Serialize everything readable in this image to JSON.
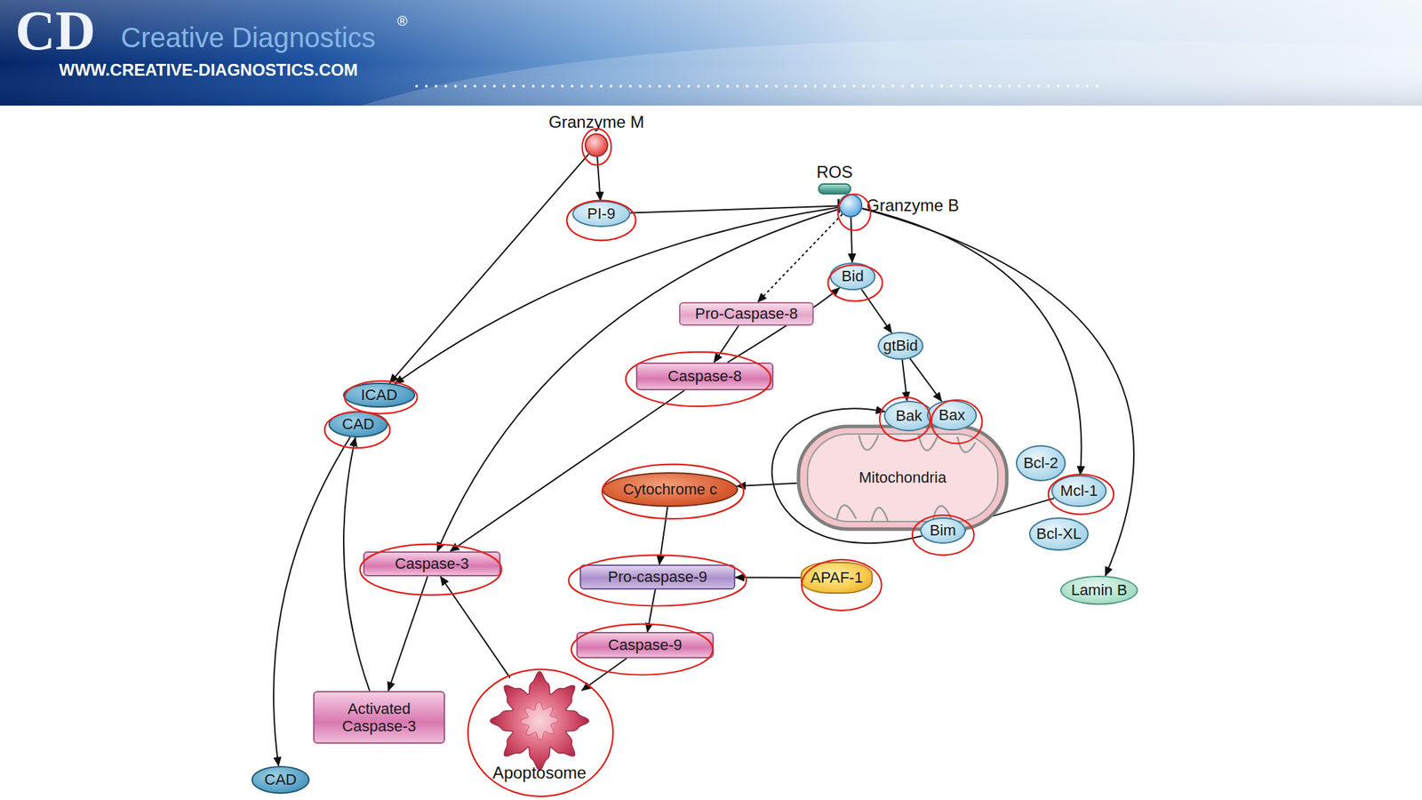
{
  "diagram": {
    "nodes": [
      {
        "text": [
          "Granzyme M"
        ]
      },
      {
        "text": [
          "ROS"
        ]
      },
      {
        "text": [
          "Granzyme B"
        ]
      },
      {
        "text": [
          "PI-9"
        ]
      },
      {
        "text": [
          "Bid"
        ]
      },
      {
        "text": [
          "Pro-Caspase-8"
        ]
      },
      {
        "text": [
          "gtBid"
        ]
      },
      {
        "text": [
          "Caspase-8"
        ]
      },
      {
        "text": [
          "ICAD"
        ]
      },
      {
        "text": [
          "CAD"
        ]
      },
      {
        "text": [
          "Bak"
        ]
      },
      {
        "text": [
          "Bax"
        ]
      },
      {
        "text": [
          "Bcl-2"
        ]
      },
      {
        "text": [
          "Mitochondria"
        ]
      },
      {
        "text": [
          "Mcl-1"
        ]
      },
      {
        "text": [
          "Cytochrome c"
        ]
      },
      {
        "text": [
          "Bim"
        ]
      },
      {
        "text": [
          "Bcl-XL"
        ]
      },
      {
        "text": [
          "Caspase-3"
        ]
      },
      {
        "text": [
          "Pro-caspase-9"
        ]
      },
      {
        "text": [
          "APAF-1"
        ]
      },
      {
        "text": [
          "Lamin B"
        ]
      },
      {
        "text": [
          "Caspase-9"
        ]
      },
      {
        "text": [
          "Activated Caspase-3"
        ]
      },
      {
        "text": [
          "Apoptosome"
        ]
      },
      {
        "text": [
          "CAD"
        ]
      }
    ],
    "edges": [
      {
        "from": 0,
        "to": 3,
        "arrow": "to"
      },
      {
        "from": 0,
        "to": 8,
        "arrow": "to"
      },
      {
        "from": 3,
        "to": 2,
        "arrow": "to"
      },
      {
        "from": 2,
        "to": 8,
        "arrow": "to"
      },
      {
        "from": 2,
        "to": 5,
        "arrow": "to"
      },
      {
        "from": 2,
        "to": 4,
        "arrow": "to"
      },
      {
        "from": 2,
        "to": 18,
        "arrow": "to"
      },
      {
        "from": 2,
        "to": 14,
        "arrow": "to"
      },
      {
        "from": 2,
        "to": 21,
        "arrow": "to"
      },
      {
        "from": 5,
        "to": 7,
        "arrow": "to"
      },
      {
        "from": 7,
        "to": 4,
        "arrow": "to"
      },
      {
        "from": 7,
        "to": 18,
        "arrow": "to"
      },
      {
        "from": 4,
        "to": 6,
        "arrow": "to"
      },
      {
        "from": 6,
        "to": 10,
        "arrow": "to"
      },
      {
        "from": 6,
        "to": 11,
        "arrow": "to"
      },
      {
        "from": 13,
        "to": 15,
        "arrow": "to"
      },
      {
        "from": 14,
        "to": 16,
        "arrow": "to"
      },
      {
        "from": 16,
        "to": 10,
        "arrow": "to"
      },
      {
        "from": 15,
        "to": 19,
        "arrow": "to"
      },
      {
        "from": 20,
        "to": 19,
        "arrow": "to"
      },
      {
        "from": 19,
        "to": 22,
        "arrow": "to"
      },
      {
        "from": 22,
        "to": 24,
        "arrow": "to"
      },
      {
        "from": 24,
        "to": 18,
        "arrow": "to"
      },
      {
        "from": 18,
        "to": 23,
        "arrow": "to"
      },
      {
        "from": 23,
        "to": 9,
        "arrow": "to"
      },
      {
        "from": 9,
        "to": 25,
        "arrow": "to"
      }
    ],
    "labels": [
      "CD",
      "Creative Diagnostics",
      "®",
      "WWW.CREATIVE-DIAGNOSTICS.COM"
    ]
  }
}
